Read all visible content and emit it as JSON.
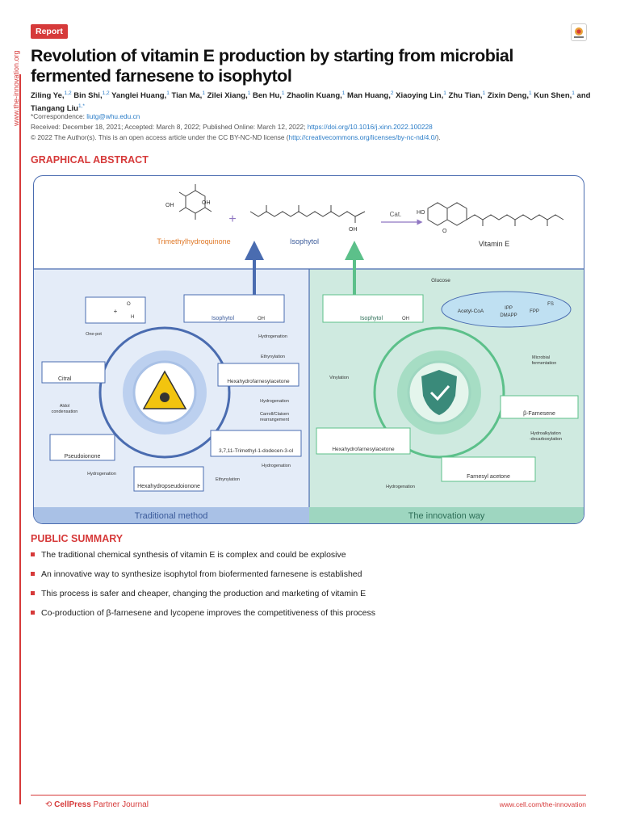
{
  "sidebar": {
    "url": "www.the-innovation.org"
  },
  "header": {
    "badge": "Report"
  },
  "paper": {
    "title": "Revolution of vitamin E production by starting from microbial fermented farnesene to isophytol",
    "authors": [
      {
        "name": "Ziling Ye,",
        "sup": "1,2"
      },
      {
        "name": " Bin Shi,",
        "sup": "1,2"
      },
      {
        "name": " Yanglei Huang,",
        "sup": "1"
      },
      {
        "name": " Tian Ma,",
        "sup": "1"
      },
      {
        "name": " Zilei Xiang,",
        "sup": "1"
      },
      {
        "name": " Ben Hu,",
        "sup": "1"
      },
      {
        "name": " Zhaolin Kuang,",
        "sup": "1"
      },
      {
        "name": " Man Huang,",
        "sup": "2"
      },
      {
        "name": " Xiaoying Lin,",
        "sup": "1"
      },
      {
        "name": " Zhu Tian,",
        "sup": "1"
      },
      {
        "name": " Zixin Deng,",
        "sup": "1"
      },
      {
        "name": " Kun Shen,",
        "sup": "1"
      },
      {
        "name": " and Tiangang Liu",
        "sup": "1,*"
      }
    ],
    "correspondence_label": "*Correspondence: ",
    "correspondence_email": "liutg@whu.edu.cn",
    "dates": "Received: December 18, 2021; Accepted: March 8, 2022; Published Online: March 12, 2022; ",
    "doi": "https://doi.org/10.1016/j.xinn.2022.100228",
    "license_prefix": "© 2022 The Author(s). This is an open access article under the CC BY-NC-ND license (",
    "license_url": "http://creativecommons.org/licenses/by-nc-nd/4.0/",
    "license_suffix": ")."
  },
  "graphical_abstract": {
    "heading": "GRAPHICAL ABSTRACT",
    "top": {
      "reactant1": "Trimethylhydroquinone",
      "reactant2": "Isophytol",
      "catalyst": "Cat.",
      "product": "Vitamin E",
      "plus": "+",
      "oh": "OH",
      "ho": "HO",
      "o": "O"
    },
    "traditional": {
      "label": "Traditional method",
      "isophytol": "Isophytol",
      "oh": "OH",
      "plus": "+",
      "aldehyde_o": "O",
      "aldehyde_h": "H",
      "citral": "Citral",
      "pseudoionone": "Pseudoionone",
      "hexahydropseudoionone": "Hexahydropseudoionone",
      "trimethyl": "3,7,11-Trimethyl-1-dodecen-3-ol",
      "hexahydrofarnesylacetone": "Hexahydrofarnesylacetone",
      "step_onepot": "One-pot",
      "step_aldol_1": "Aldol",
      "step_aldol_2": "condensation",
      "step_hydrogenation": "Hydrogenation",
      "step_ethynylation": "Ethynylation",
      "step_carroll_1": "Carroll/Claisen",
      "step_carroll_2": "rearrangement"
    },
    "innovation": {
      "label": "The innovation way",
      "isophytol": "Isophytol",
      "oh": "OH",
      "glucose": "Glucose",
      "acetyl_coa": "Acetyl-CoA",
      "ipp": "IPP",
      "dmapp": "DMAPP",
      "fpp": "FPP",
      "fs": "FS",
      "microbial_1": "Microbial",
      "microbial_2": "fermentation",
      "beta_farnesene": "β-Farnesene",
      "hydroalkylation_1": "Hydroalkylation",
      "hydroalkylation_2": "-decarboxylation",
      "farnesyl_acetone": "Farnesyl acetone",
      "hexahydrofarnesylacetone": "Hexahydrofarnesylacetone",
      "step_vinylation": "Vinylation",
      "step_hydrogenation": "Hydrogenation"
    }
  },
  "public_summary": {
    "heading": "PUBLIC SUMMARY",
    "items": [
      "The traditional chemical synthesis of vitamin E is complex and could be explosive",
      "An innovative way to synthesize isophytol from biofermented farnesene is established",
      "This process is safer and cheaper, changing the production and marketing of vitamin E",
      "Co-production of β-farnesene and lycopene improves the competitiveness of this process"
    ]
  },
  "footer": {
    "brand": "CellPress",
    "journal": " Partner Journal",
    "url": "www.cell.com/the-innovation"
  },
  "colors": {
    "accent": "#d63a3a",
    "link": "#2a7cc7",
    "blue": "#4a6cb0",
    "green": "#5cc08a"
  }
}
